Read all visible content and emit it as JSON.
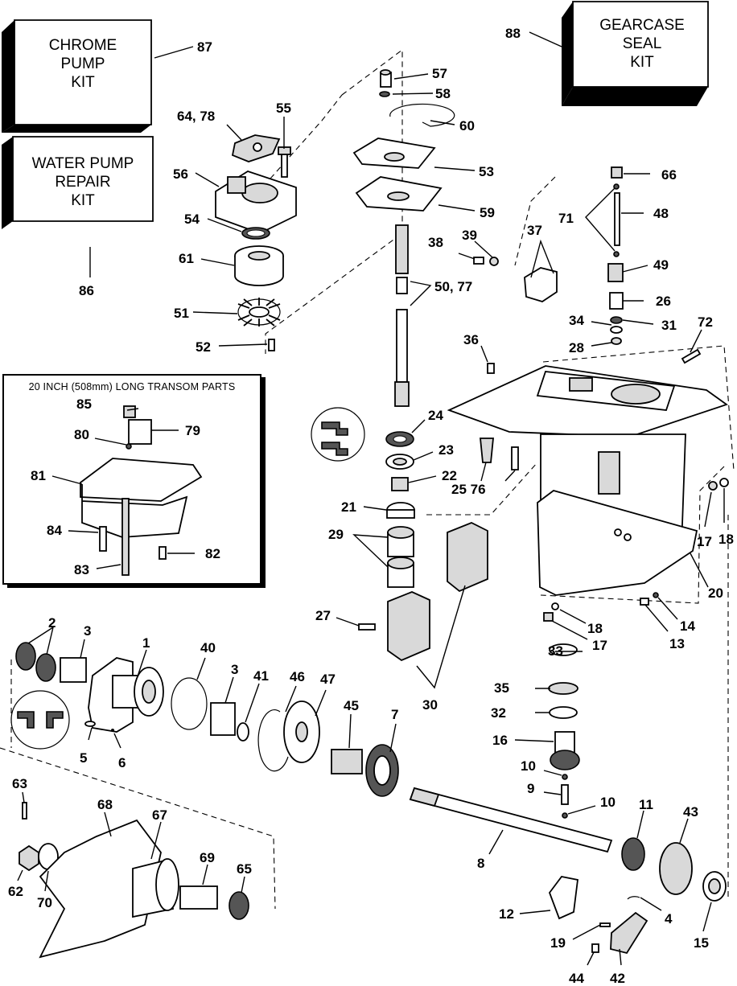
{
  "kits": {
    "chrome_pump": [
      "CHROME",
      "PUMP",
      "KIT"
    ],
    "water_pump_repair": [
      "WATER PUMP",
      "REPAIR",
      "KIT"
    ],
    "gearcase_seal": [
      "GEARCASE",
      "SEAL",
      "KIT"
    ]
  },
  "inset_title": "20 INCH (508mm) LONG TRANSOM PARTS",
  "callouts": {
    "c87": "87",
    "c86": "86",
    "c88": "88",
    "c64_78": "64, 78",
    "c55": "55",
    "c56": "56",
    "c54": "54",
    "c61": "61",
    "c51": "51",
    "c52": "52",
    "c57": "57",
    "c58": "58",
    "c60": "60",
    "c53": "53",
    "c59": "59",
    "c50_77": "50, 77",
    "c38": "38",
    "c39": "39",
    "c37": "37",
    "c36": "36",
    "c66": "66",
    "c71": "71",
    "c48": "48",
    "c49": "49",
    "c26": "26",
    "c34": "34",
    "c31": "31",
    "c28": "28",
    "c72": "72",
    "c24": "24",
    "c23": "23",
    "c22": "22",
    "c25_76": "25  76",
    "c21": "21",
    "c29": "29",
    "c85": "85",
    "c79": "79",
    "c80": "80",
    "c81": "81",
    "c84": "84",
    "c82": "82",
    "c83": "83",
    "c17a": "17",
    "c18a": "18",
    "c20": "20",
    "c18b": "18",
    "c14": "14",
    "c17b": "17",
    "c13": "13",
    "c27": "27",
    "c30": "30",
    "c2": "2",
    "c3a": "3",
    "c1": "1",
    "c40": "40",
    "c3b": "3",
    "c41": "41",
    "c46": "46",
    "c47": "47",
    "c45": "45",
    "c7": "7",
    "c5": "5",
    "c6": "6",
    "c33": "33",
    "c35": "35",
    "c32": "32",
    "c16": "16",
    "c10a": "10",
    "c9": "9",
    "c10b": "10",
    "c11": "11",
    "c43": "43",
    "c8": "8",
    "c63": "63",
    "c68": "68",
    "c67": "67",
    "c69": "69",
    "c65": "65",
    "c62": "62",
    "c70": "70",
    "c12": "12",
    "c4": "4",
    "c19": "19",
    "c15": "15",
    "c44": "44",
    "c42": "42"
  }
}
